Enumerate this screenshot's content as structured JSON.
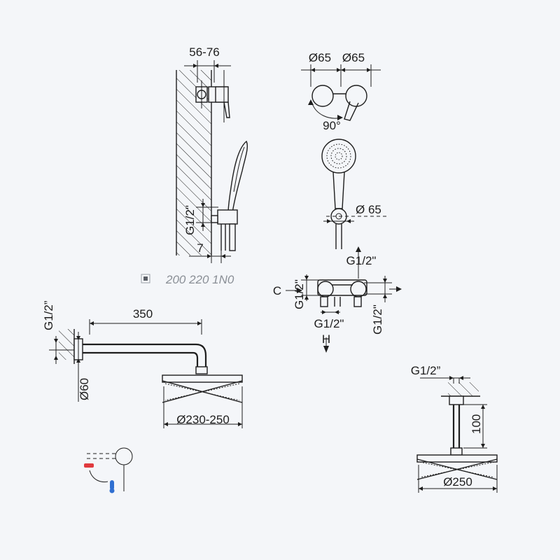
{
  "side_view": {
    "depth_dim": "56-76",
    "inlet_thread": "G1/2\"",
    "offset_dim": "7"
  },
  "top_view": {
    "dia_left": "Ø65",
    "dia_right": "Ø65",
    "rotation": "90°"
  },
  "hand_shower": {
    "bracket_dia": "Ø 65"
  },
  "product_code": "200 220 1N0",
  "mixer": {
    "top_thread": "G1/2\"",
    "left_thread": "G1/2\"",
    "cold_label": "C",
    "bottom_thread": "G1/2\"",
    "hot_label": "H",
    "right_thread": "G1/2\""
  },
  "wall_arm": {
    "inlet_thread": "G1/2”",
    "arm_length": "350",
    "flange_dia": "Ø60",
    "head_dia": "Ø230-250"
  },
  "ceiling_arm": {
    "inlet_thread": "G1/2”",
    "arm_length": "100",
    "head_dia": "Ø250"
  },
  "colors": {
    "line": "#1e1e1e",
    "background": "#f4f6f9",
    "code_text": "#8a8f96",
    "hot_accent": "#e03a3e",
    "cold_accent": "#2f6fd1"
  },
  "icons": [
    "hatch-legend-icon",
    "thermostat-temperature-icon"
  ]
}
